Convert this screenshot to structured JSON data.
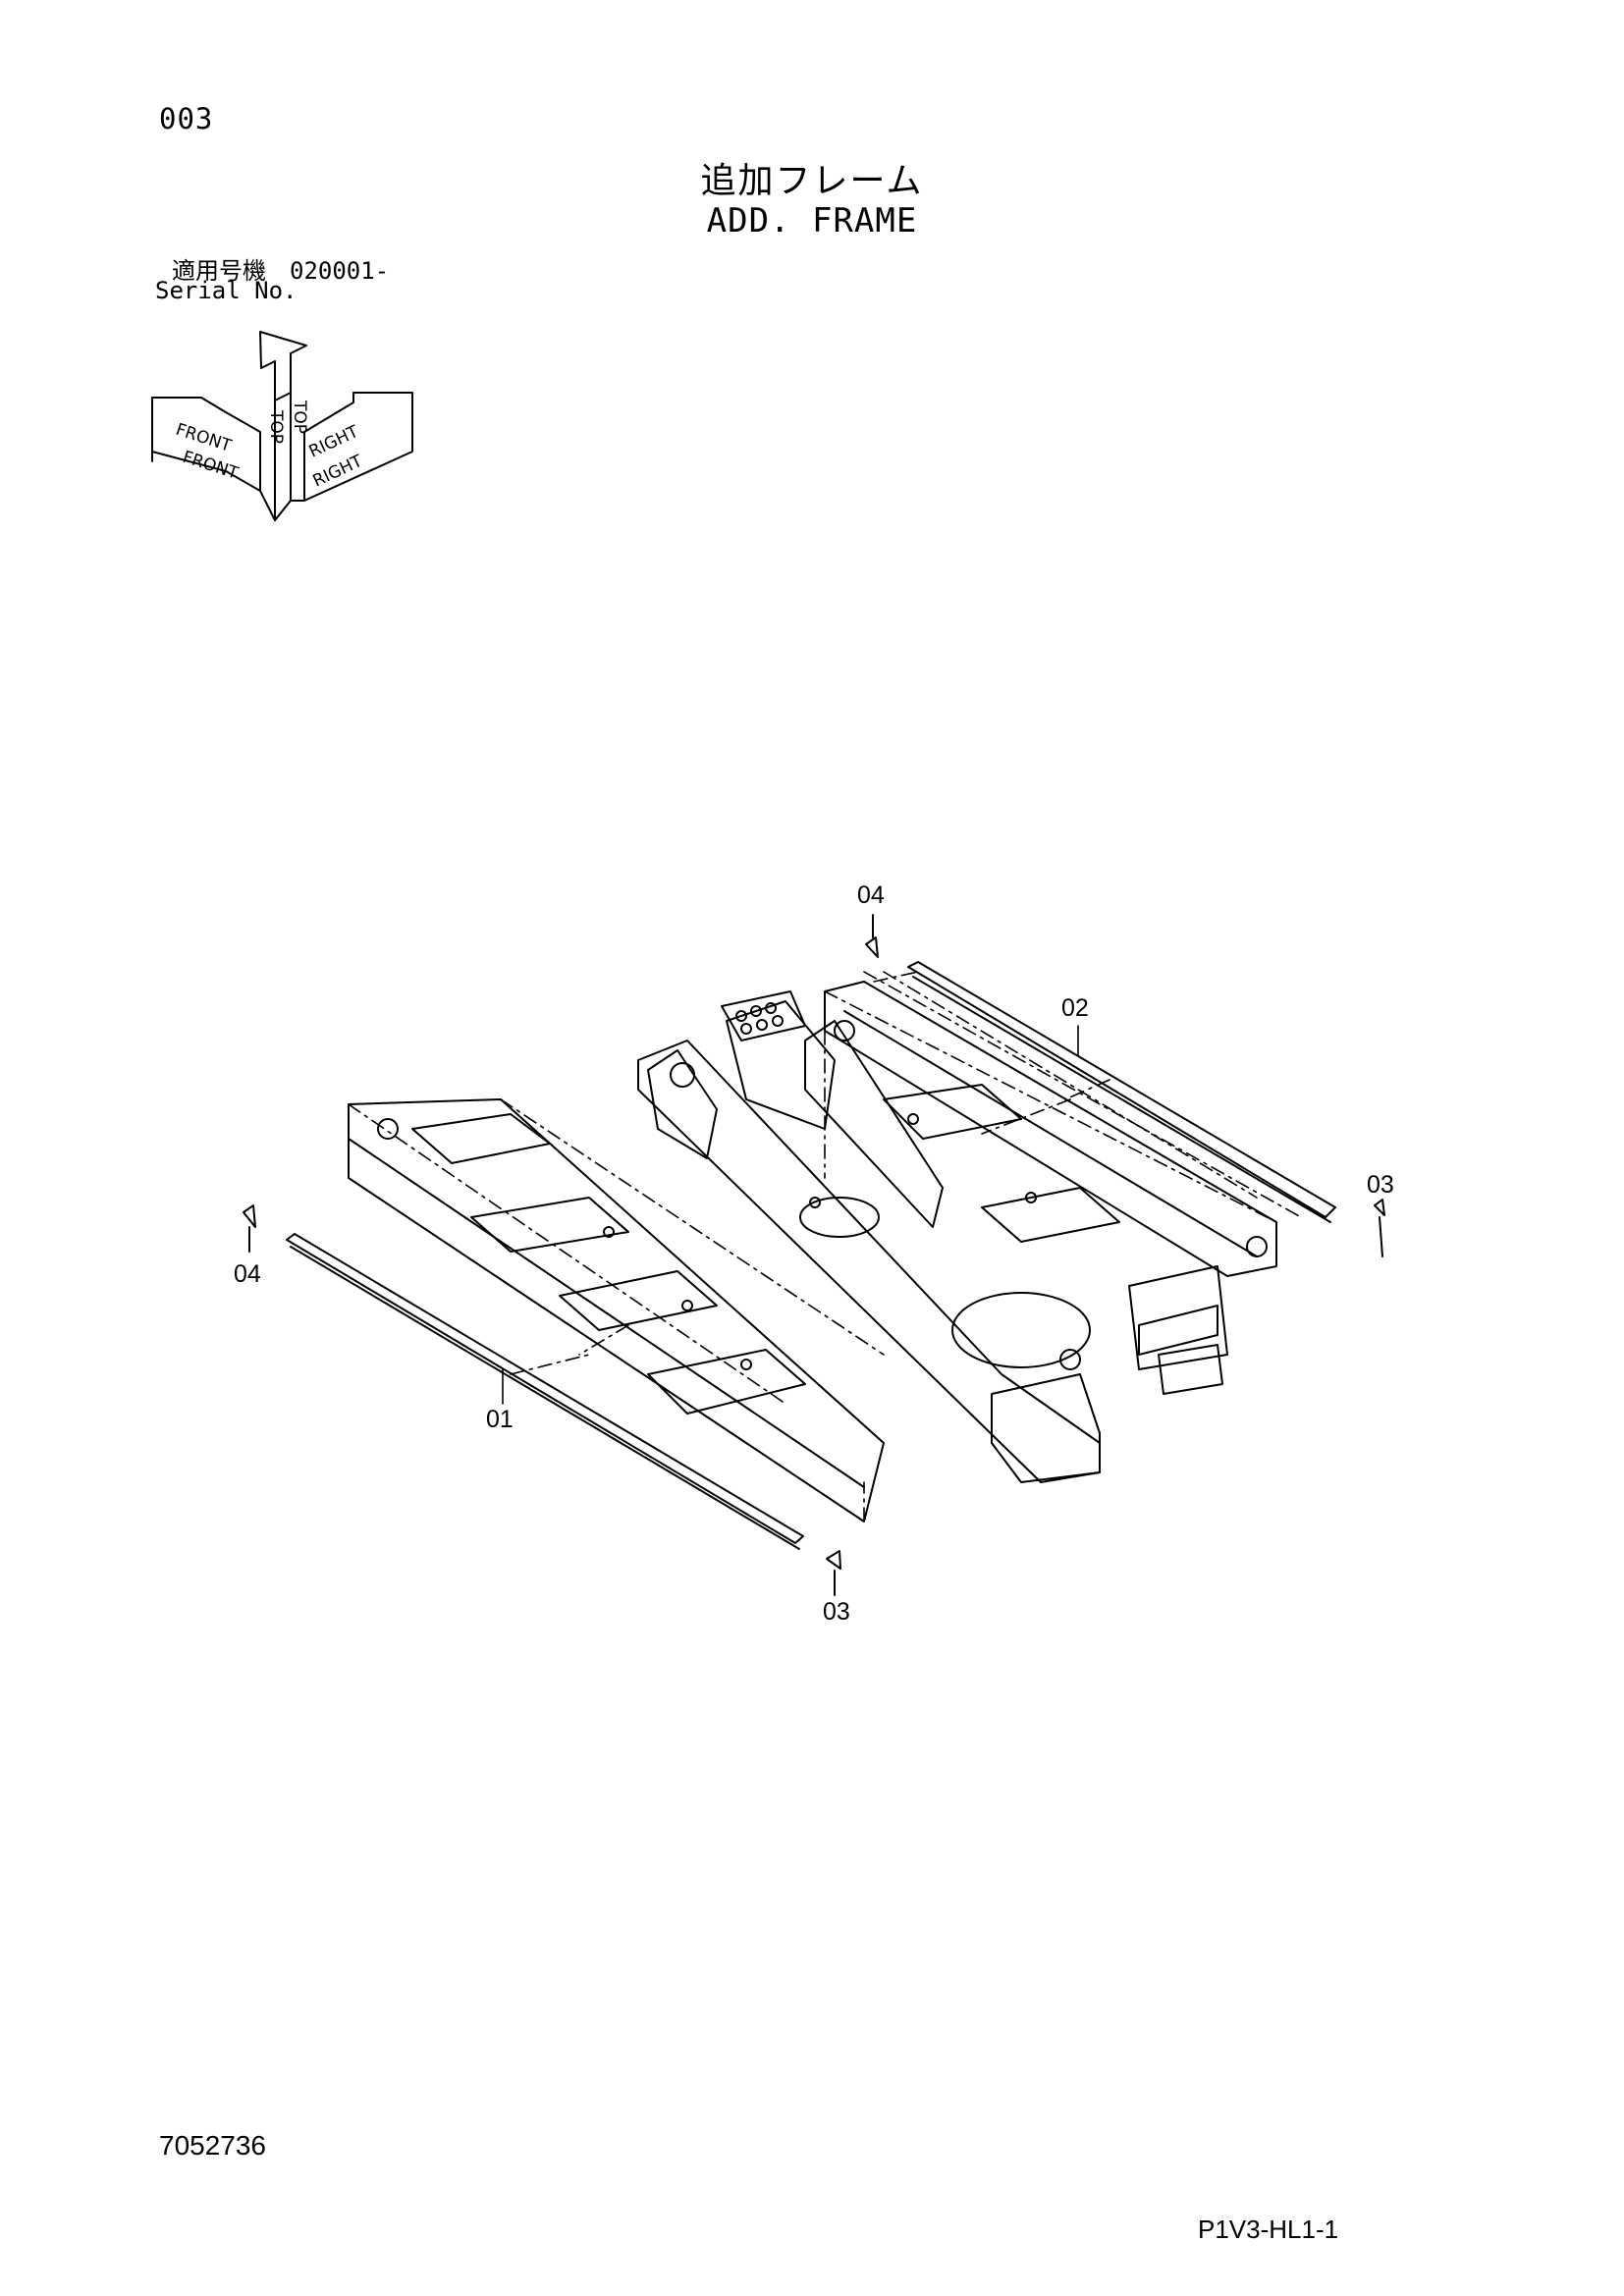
{
  "header": {
    "page_code": "003",
    "title_jp": "追加フレーム",
    "title_en": "ADD. FRAME",
    "serial_jp": "適用号機　020001-",
    "serial_en": "Serial No."
  },
  "orientation_labels": {
    "top": "TOP",
    "front": "FRONT",
    "right": "RIGHT"
  },
  "callouts": {
    "c01": "01",
    "c02": "02",
    "c03_right": "03",
    "c03_bottom": "03",
    "c04_top": "04",
    "c04_left": "04"
  },
  "footer": {
    "document_number": "7052736",
    "page_reference": "P1V3-HL1-1"
  }
}
